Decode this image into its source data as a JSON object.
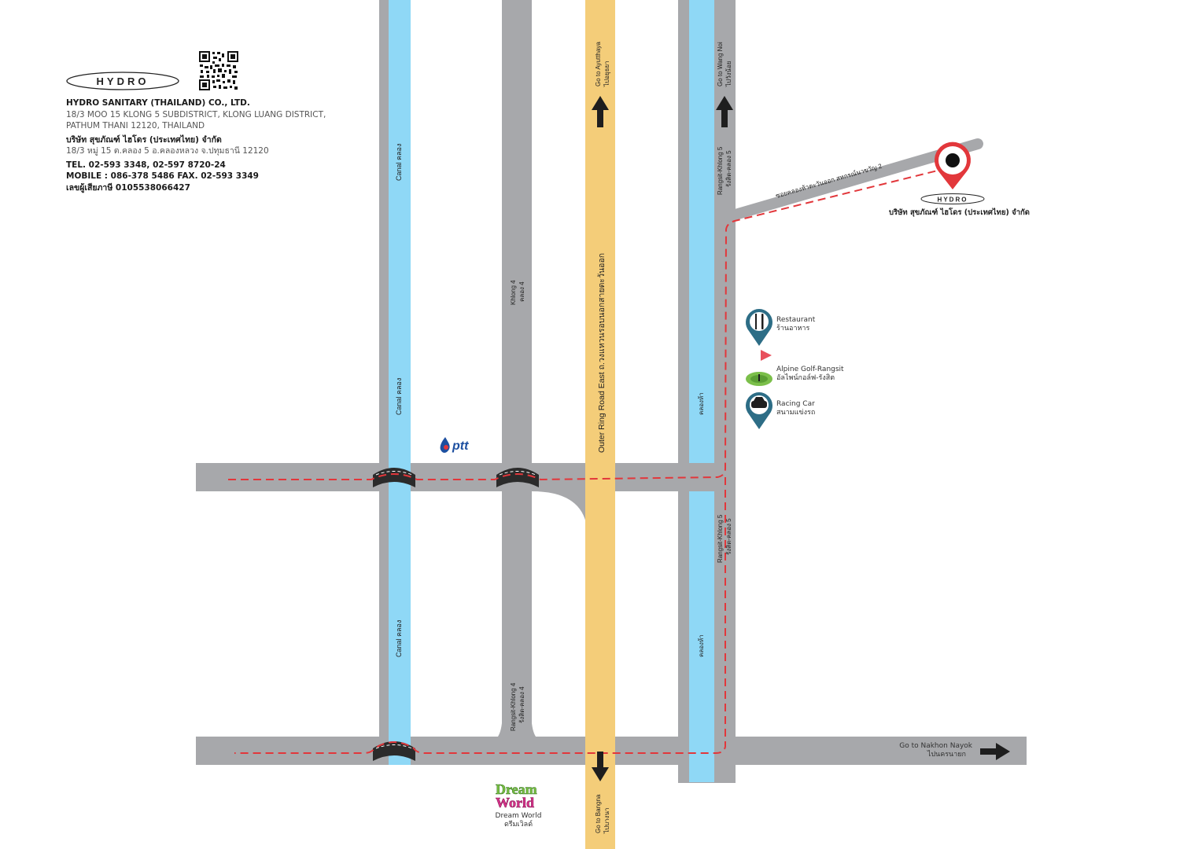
{
  "company": {
    "logo_text": "HYDRO",
    "name_en": "HYDRO SANITARY (THAILAND) CO., LTD.",
    "address_en_1": "18/3 MOO 15 KLONG 5 SUBDISTRICT, KLONG LUANG DISTRICT,",
    "address_en_2": "PATHUM THANI 12120, THAILAND",
    "name_th": "บริษัท สุขภัณฑ์ ไฮโดร (ประเทศไทย) จำกัด",
    "address_th": "18/3 หมู่ 15 ต.คลอง 5 อ.คลองหลวง จ.ปทุมธานี 12120",
    "tel": "TEL. 02-593 3348, 02-597 8720-24",
    "mobile": "MOBILE : 086-378 5486   FAX. 02-593 3349",
    "tax_id": "เลขผู้เสียภาษี 0105538066427"
  },
  "roads": {
    "canal_1": "Canal คลอง",
    "canal_2": "Canal คลอง",
    "canal_3": "Canal คลอง",
    "khlong4": "Khlong 4",
    "khlong4_th": "คลอง 4",
    "rangsit_khlong4": "Rangsit-Khlong 4",
    "rangsit_khlong4_th": "รังสิต-คลอง 4",
    "outer_ring": "Outer Ring Road East ถ.วงแหวนรอบนอกสายตะวันออก",
    "go_ayutthaya": "Go to Ayutthaya",
    "go_ayutthaya_th": "ไปอยุธยา",
    "go_bangna": "Go to Bangna",
    "go_bangna_th": "ไปบางนา",
    "go_wang_noi": "Go to Wang Noi",
    "go_wang_noi_th": "ไปวังน้อย",
    "rangsit_khlong5_top": "Rangsit-Khlong 5",
    "rangsit_khlong5_top_th": "รังสิต-คลอง 5",
    "rangsit_khlong5_bot": "Rangsit-Khlong 5",
    "rangsit_khlong5_bot_th": "รังสิต-คลอง 5",
    "khlong_ha_1": "คลองห้า",
    "khlong_ha_2": "คลองห้า",
    "soi": "ซอยคลองห้าตะวันออก สหกรณ์นาขวัญ 2",
    "go_nakhon_nayok": "Go to Nakhon Nayok",
    "go_nakhon_nayok_th": "ไปนครนายก"
  },
  "poi": {
    "restaurant": "Restaurant",
    "restaurant_th": "ร้านอาหาร",
    "golf": "Alpine Golf-Rangsit",
    "golf_th": "อัลไพน์กอล์ฟ-รังสิต",
    "racing": "Racing Car",
    "racing_th": "สนามแข่งรถ",
    "ptt": "ptt",
    "dream_world_logo_1": "Dream",
    "dream_world_logo_2": "World",
    "dream_world": "Dream World",
    "dream_world_th": "ดรีมเวิลด์",
    "destination_logo": "HYDRO",
    "destination": "บริษัท สุขภัณฑ์ ไฮโดร (ประเทศไทย) จำกัด"
  },
  "colors": {
    "road": "#a7a8ab",
    "canal": "#8fd8f6",
    "highway": "#f4cd79",
    "route": "#e2373b",
    "pin": "#e2373b",
    "poi_pin": "#2d6d86",
    "golf": "#7bbf4a"
  }
}
